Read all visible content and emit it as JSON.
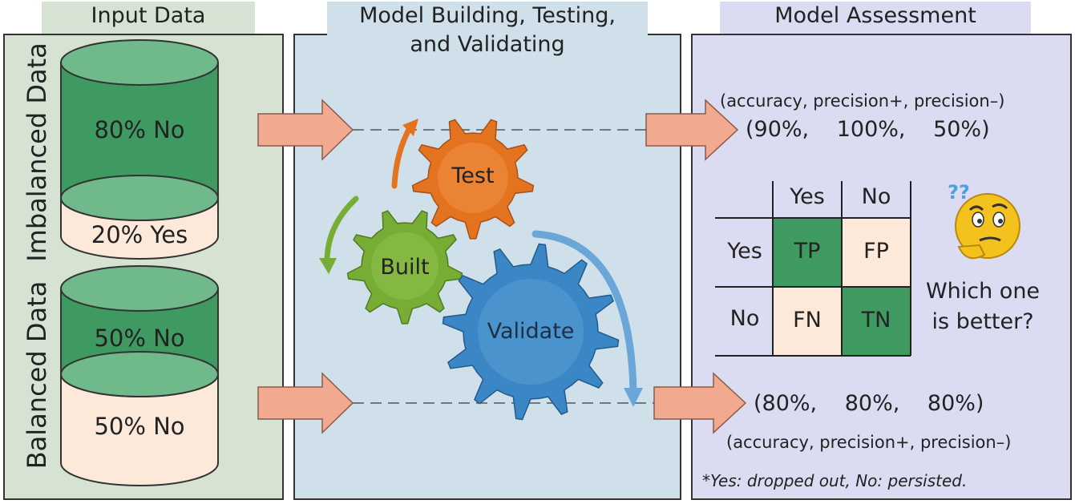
{
  "panels": {
    "input_title": "Input Data",
    "model_title_line1": "Model Building, Testing,",
    "model_title_line2": "and Validating",
    "assess_title": "Model Assessment"
  },
  "input": {
    "imbalanced_label": "Imbalanced Data",
    "imbalanced_top": "80% No",
    "imbalanced_bottom": "20% Yes",
    "balanced_label": "Balanced Data",
    "balanced_top": "50% No",
    "balanced_bottom": "50% No"
  },
  "gears": {
    "test": "Test",
    "built": "Built",
    "validate": "Validate"
  },
  "assessment": {
    "metrics_caption_top": "(accuracy, precision+, precision–)",
    "values_top": "(90%,   100%,   50%)",
    "metrics_caption_bottom": "(accuracy, precision+, precision–)",
    "values_bottom": "(80%,   80%,   80%)",
    "question_line1": "Which one",
    "question_line2": "is better?",
    "question_marks": "??",
    "footnote": "*Yes: dropped out, No: persisted."
  },
  "confusion": {
    "col_yes": "Yes",
    "col_no": "No",
    "row_yes": "Yes",
    "row_no": "No",
    "tp": "TP",
    "fp": "FP",
    "fn": "FN",
    "tn": "TN"
  },
  "colors": {
    "green_dark": "#3f9a62",
    "green_light": "#6fb98a",
    "cream": "#fde9d9",
    "arrow": "#f1a98f",
    "gear_orange": "#e4731f",
    "gear_green": "#78ad35",
    "gear_blue": "#3b86c4",
    "emoji": "#f4c21c"
  }
}
